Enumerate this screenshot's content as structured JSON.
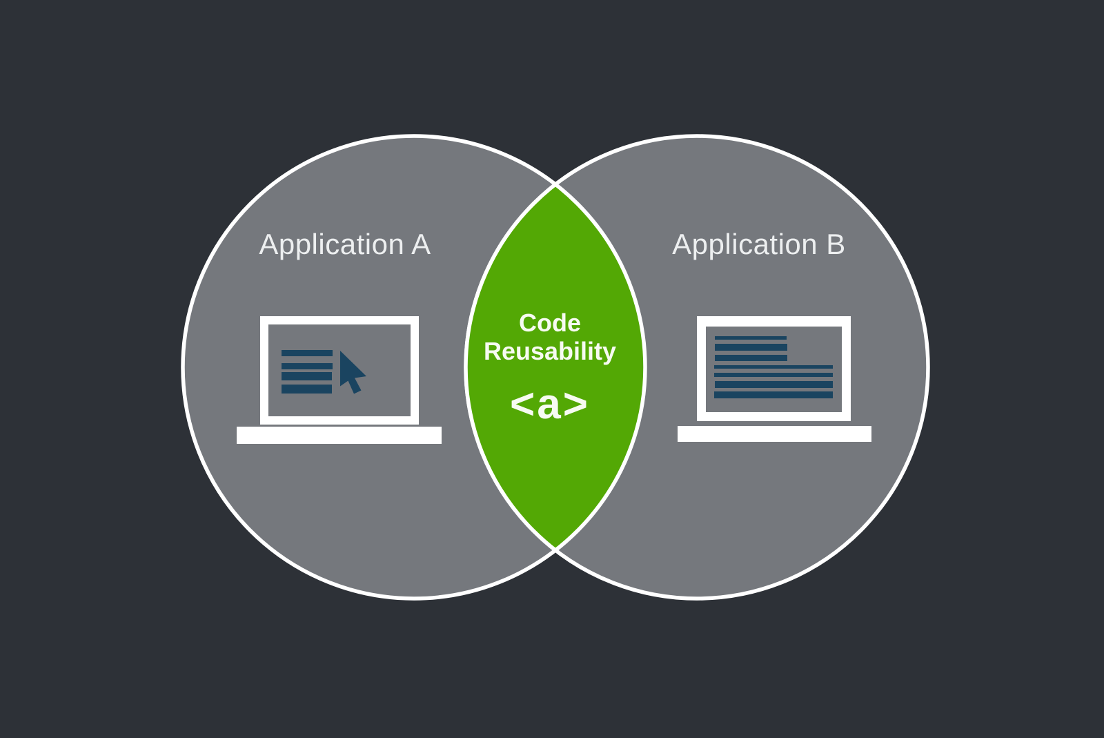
{
  "diagram": {
    "type": "venn",
    "left_circle": {
      "label": "Application A",
      "icon": "laptop-text-cursor-icon"
    },
    "right_circle": {
      "label": "Application B",
      "icon": "laptop-code-icon"
    },
    "overlap": {
      "line1": "Code",
      "line2": "Reusability",
      "symbol": "<a>"
    },
    "colors": {
      "background": "#2d3137",
      "circle_fill": "#75787d",
      "circle_stroke": "#ffffff",
      "overlap_fill": "#53a805",
      "label_text": "#edeff0",
      "overlap_text": "#f7fbf2",
      "laptop_ink": "#1a4460",
      "laptop_frame": "#ffffff"
    }
  }
}
